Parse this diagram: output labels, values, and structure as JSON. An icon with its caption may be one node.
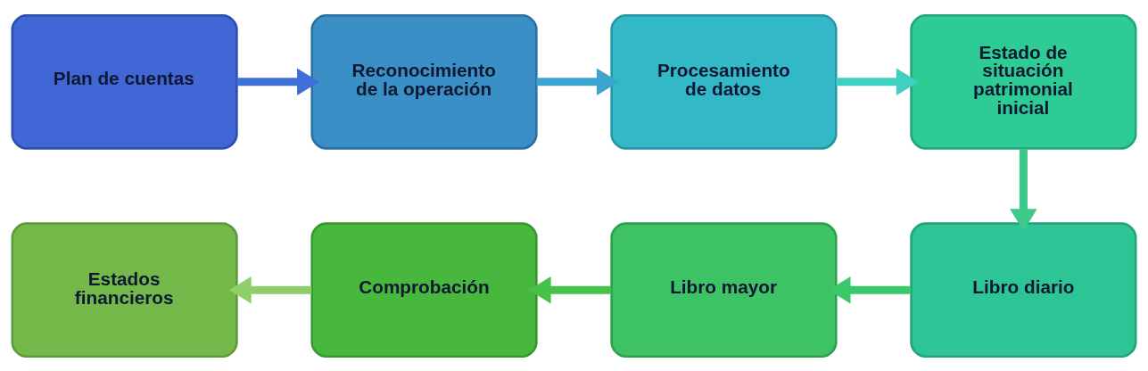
{
  "diagram": {
    "nodes": [
      {
        "text": [
          "Plan de cuentas"
        ]
      },
      {
        "text": [
          "Reconocimiento de la operación"
        ]
      },
      {
        "text": [
          "Procesamiento de datos"
        ]
      },
      {
        "text": [
          "Estado de situación patrimonial inicial"
        ]
      },
      {
        "text": [
          "Libro diario"
        ]
      },
      {
        "text": [
          "Libro mayor"
        ]
      },
      {
        "text": [
          "Comprobación"
        ]
      },
      {
        "text": [
          "Estados financieros"
        ]
      }
    ],
    "edges": [
      {
        "from": 0,
        "to": 1,
        "arrow": "to",
        "color": "#3f6fd8"
      },
      {
        "from": 1,
        "to": 2,
        "arrow": "to",
        "color": "#3aa6d0"
      },
      {
        "from": 2,
        "to": 3,
        "arrow": "to",
        "color": "#3fd0c0"
      },
      {
        "from": 3,
        "to": 4,
        "arrow": "to",
        "color": "#3ec98a"
      },
      {
        "from": 4,
        "to": 5,
        "arrow": "to",
        "color": "#3bc86a"
      },
      {
        "from": 5,
        "to": 6,
        "arrow": "to",
        "color": "#46c24a"
      },
      {
        "from": 6,
        "to": 7,
        "arrow": "to",
        "color": "#8fcf6a"
      }
    ]
  }
}
